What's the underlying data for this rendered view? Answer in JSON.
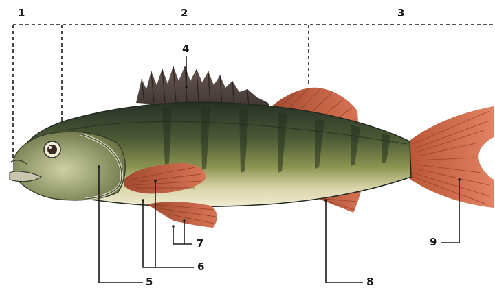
{
  "labels": {
    "section_head": "1",
    "section_body": "2",
    "section_tail": "3",
    "dorsal_spiny_fin": "4",
    "gill_cover": "5",
    "pectoral_fin": "6",
    "pelvic_fin": "7",
    "anal_fin": "8",
    "caudal_fin": "9"
  },
  "colors": {
    "fin": "#c8623f",
    "fin_dark": "#9e4a2e",
    "body_top": "#2f3a2c",
    "body_mid": "#6f7a3c",
    "belly": "#ebe6c8",
    "dorsal_spiny": "#5b4a45",
    "line": "#1a1a1a"
  }
}
